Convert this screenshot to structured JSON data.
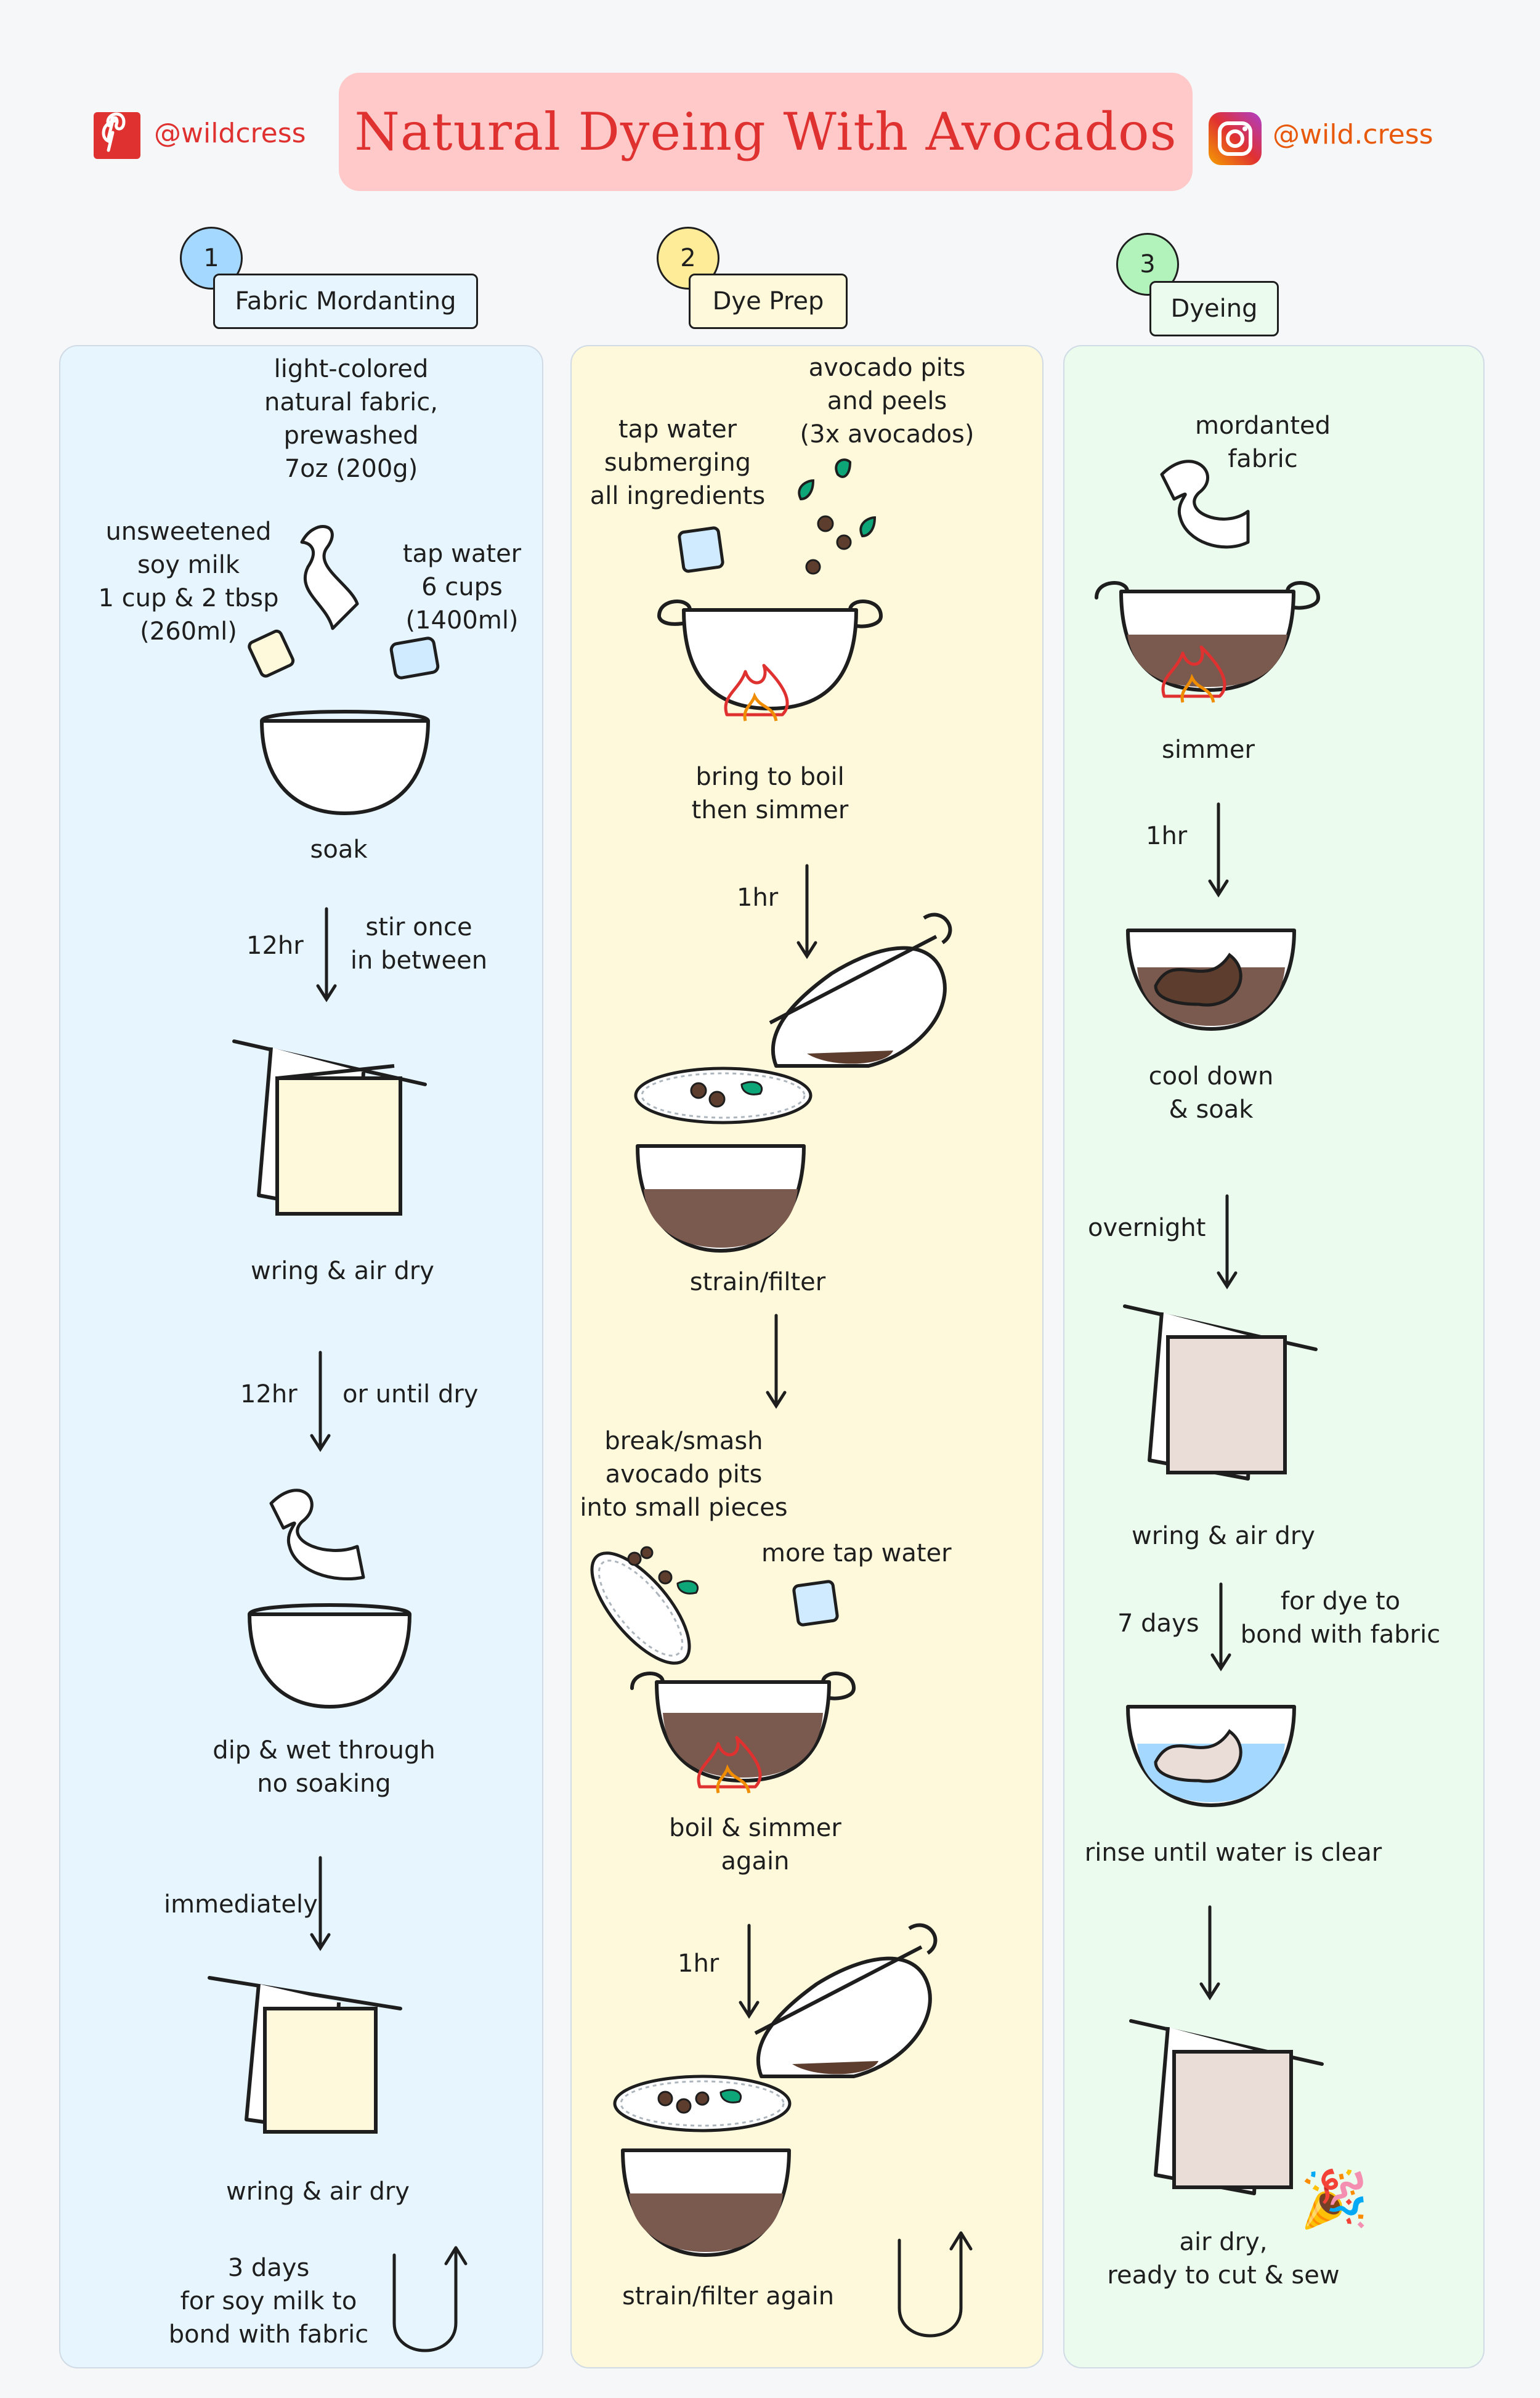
{
  "header": {
    "title": "Natural Dyeing With Avocados",
    "pinterest_handle": "@wildcress",
    "instagram_handle": "@wild.cress",
    "pinterest_icon": "pinterest-icon",
    "instagram_icon": "instagram-icon",
    "title_bg": "#ffc9c9",
    "title_color": "#e03131"
  },
  "colors": {
    "col1_bg": "#e7f5ff",
    "col2_bg": "#fff9db",
    "col3_bg": "#ebfbee",
    "step1_badge": "#a5d8ff",
    "step2_badge": "#ffec99",
    "step3_badge": "#b2f2bb",
    "dye_brown": "#7a5a4e",
    "flame_red": "#e03131",
    "flame_orange": "#f08c00"
  },
  "steps": [
    {
      "number": "1",
      "label": "Fabric Mordanting"
    },
    {
      "number": "2",
      "label": "Dye Prep"
    },
    {
      "number": "3",
      "label": "Dyeing"
    }
  ],
  "col1": {
    "fabric": [
      "light-colored",
      "natural fabric,",
      "prewashed",
      "7oz (200g)"
    ],
    "soy": [
      "unsweetened",
      "soy milk",
      "1 cup & 2 tbsp",
      "(260ml)"
    ],
    "water": [
      "tap water",
      "6 cups",
      "(1400ml)"
    ],
    "soak": "soak",
    "t1": "12hr",
    "stir": [
      "stir once",
      "in between"
    ],
    "wring1": "wring & air dry",
    "t2": "12hr",
    "until_dry": "or until dry",
    "dip": [
      "dip & wet through",
      "no soaking"
    ],
    "immediately": "immediately",
    "wring2": "wring & air dry",
    "days": [
      "3 days",
      "for soy milk to",
      "bond with fabric"
    ]
  },
  "col2": {
    "water": [
      "tap water",
      "submerging",
      "all ingredients"
    ],
    "pits": [
      "avocado pits",
      "and peels",
      "(3x avocados)"
    ],
    "boil": [
      "bring to boil",
      "then simmer"
    ],
    "t1": "1hr",
    "strain1": "strain/filter",
    "break": [
      "break/smash",
      "avocado pits",
      "into small pieces"
    ],
    "more_water": "more tap water",
    "boil2": [
      "boil & simmer",
      "again"
    ],
    "t2": "1hr",
    "strain2": "strain/filter again"
  },
  "col3": {
    "fabric": [
      "mordanted",
      "fabric"
    ],
    "simmer": "simmer",
    "t1": "1hr",
    "cool": [
      "cool down",
      "& soak"
    ],
    "overnight": "overnight",
    "wring": "wring & air dry",
    "days": "7 days",
    "bond": [
      "for dye to",
      "bond with fabric"
    ],
    "rinse": "rinse until water is clear",
    "final": [
      "air dry,",
      "ready to cut & sew"
    ],
    "celebrate_icon": "party-popper-icon"
  }
}
